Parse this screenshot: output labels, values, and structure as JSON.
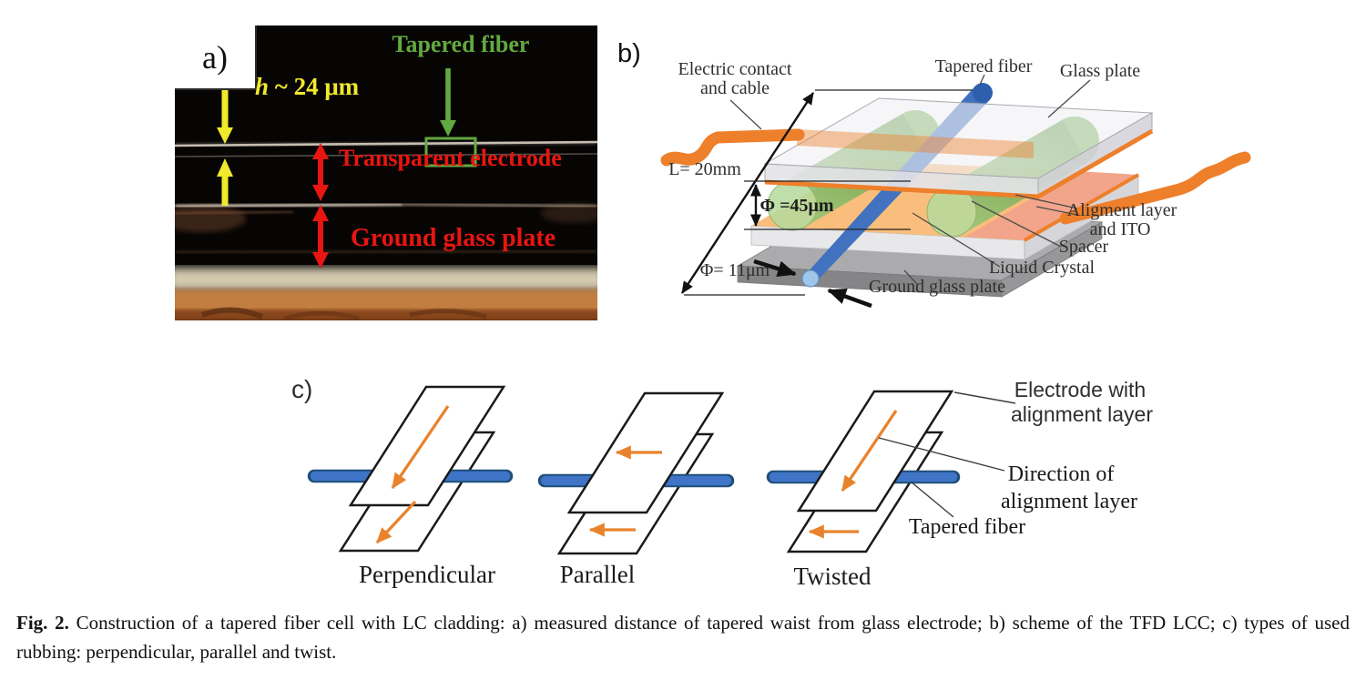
{
  "figure": {
    "caption_label": "Fig. 2.",
    "caption_text": " Construction of a tapered fiber cell with LC cladding: a) measured distance of tapered waist from glass electrode; b) scheme of the TFD LCC; c) types of used rubbing: perpendicular, parallel and twist."
  },
  "panel_a": {
    "tag": "a)",
    "h_italic": "h",
    "h_rest": " ~ 24 μm",
    "tapered_fiber": "Tapered fiber",
    "transparent_electrode": "Transparent electrode",
    "ground_glass_plate": "Ground glass plate",
    "colors": {
      "annotation_yellow": "#f0e92c",
      "annotation_red": "#e81511",
      "annotation_green": "#62a93f"
    }
  },
  "panel_b": {
    "tag": "b)",
    "labels": {
      "electric_contact_1": "Electric contact",
      "electric_contact_2": "and cable",
      "tapered_fiber": "Tapered fiber",
      "glass_plate": "Glass plate",
      "length": "L= 20mm",
      "spacer_diameter": "Φ =45μm",
      "fiber_diameter": "Φ= 11μm",
      "ground_glass_plate": "Ground glass plate",
      "liquid_crystal": "Liquid Crystal",
      "spacer": "Spacer",
      "alignment_1": "Aligment layer",
      "alignment_2": "and ITO"
    },
    "colors": {
      "cable_orange": "#ee7f2b",
      "fiber_blue": "#3566b3",
      "fiber_tip_blue": "#9fc5e8",
      "spacer_green": "#8fc878",
      "liquid_crystal_peach": "#f9be7b",
      "glass_gray": "#ececef"
    }
  },
  "panel_c": {
    "tag": "c)",
    "types": [
      "Perpendicular",
      "Parallel",
      "Twisted"
    ],
    "labels": {
      "electrode_1": "Electrode with",
      "electrode_2": "alignment layer",
      "direction_1": "Direction of",
      "direction_2": "alignment layer",
      "tapered_fiber": "Tapered fiber"
    },
    "colors": {
      "rubbing_arrow_orange": "#e8832c",
      "fiber_bar_blue": "#3f74c6"
    }
  }
}
